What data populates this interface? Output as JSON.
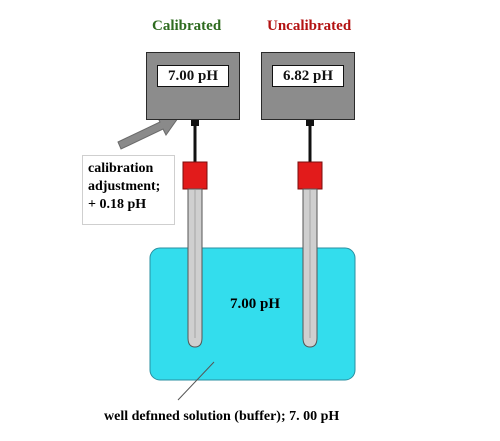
{
  "headings": {
    "calibrated": "Calibrated",
    "uncalibrated": "Uncalibrated"
  },
  "meters": {
    "calibrated_reading": "7.00 pH",
    "uncalibrated_reading": "6.82 pH"
  },
  "callout": {
    "line1": "calibration",
    "line2": "adjustment;",
    "line3": "+ 0.18 pH"
  },
  "solution": {
    "reading": "7.00 pH",
    "caption": "well defnned solution (buffer);  7. 00 pH"
  },
  "colors": {
    "calibrated_heading": "#2e6b1f",
    "uncalibrated_heading": "#b31212",
    "meter_body": "#8c8c8c",
    "probe_cap": "#e21b1b",
    "probe_tube": "#c8c8c8",
    "solution": "#33dded",
    "arrow": "#8a8a8a"
  }
}
